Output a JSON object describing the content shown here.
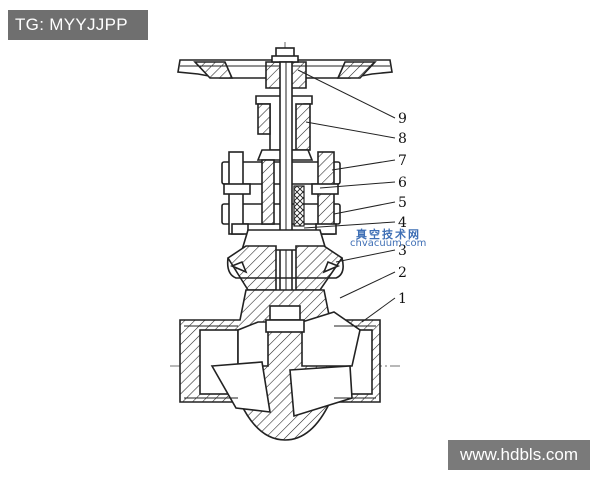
{
  "watermark_tag": "TG: MYYJJPP",
  "site_watermark": "www.hdbls.com",
  "vacuum_watermark": {
    "cn": "真空技术网",
    "en": "chvacuum.com"
  },
  "diagram": {
    "part_labels": [
      "9",
      "8",
      "7",
      "6",
      "5",
      "4",
      "3",
      "2",
      "1"
    ]
  }
}
